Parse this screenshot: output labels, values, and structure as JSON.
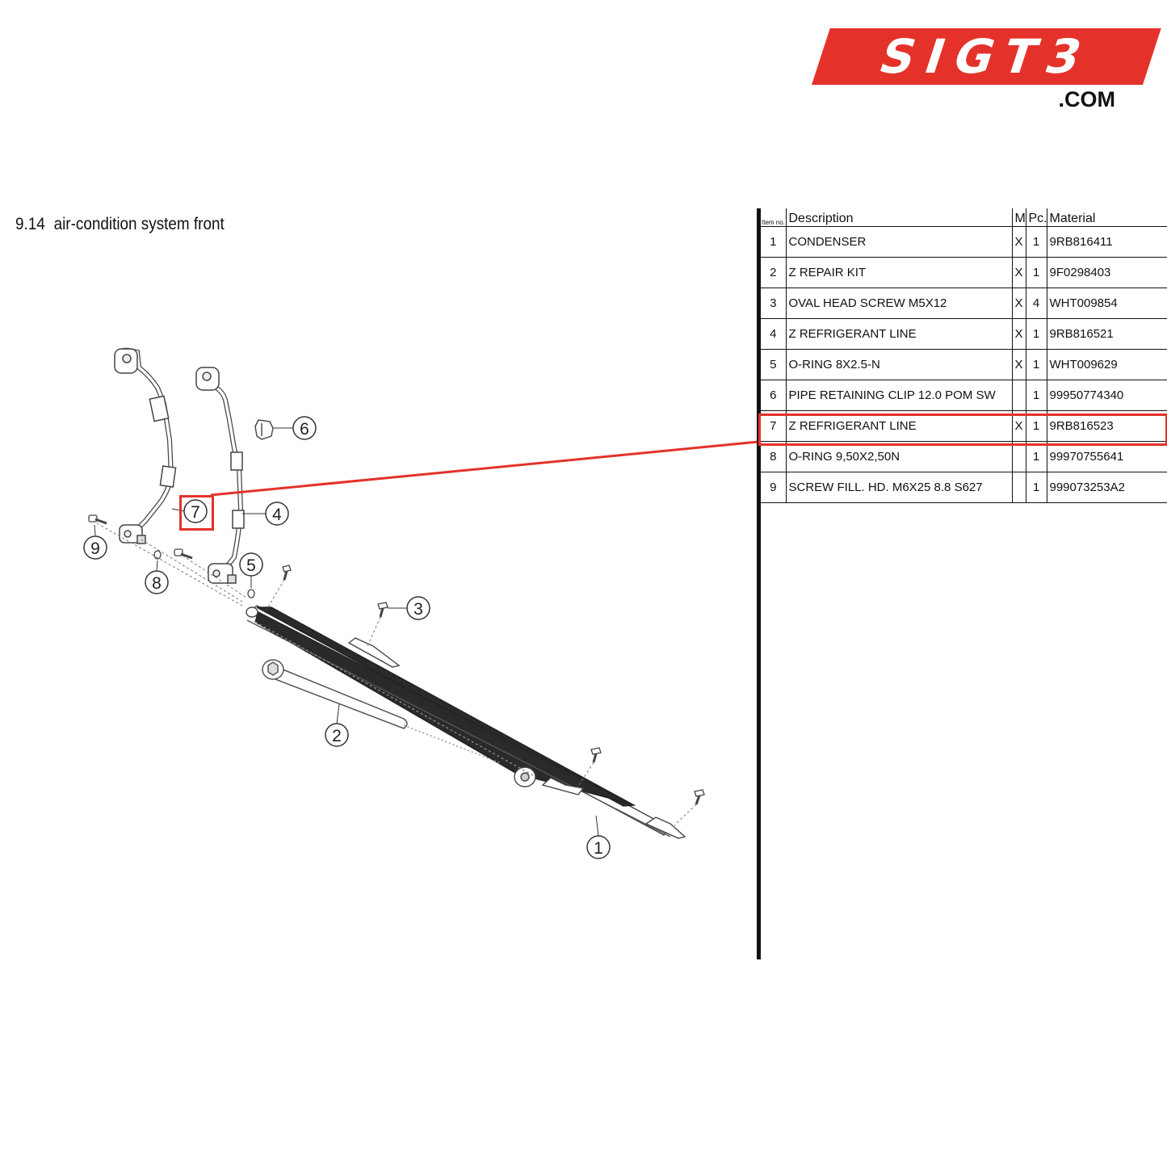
{
  "logo": {
    "wordmark": "SIGT3",
    "domain": ".COM",
    "brand_color": "#e4322b"
  },
  "section": {
    "number": "9.14",
    "title": "air-condition system front"
  },
  "diagram": {
    "callouts": [
      "1",
      "2",
      "3",
      "4",
      "5",
      "6",
      "7",
      "8",
      "9"
    ],
    "highlighted_callout": "7",
    "highlight_color": "#e4322b"
  },
  "parts_table": {
    "headers": {
      "item": "Item no.",
      "description": "Description",
      "m": "M",
      "pc": "Pc.",
      "material": "Material"
    },
    "highlighted_item": "7",
    "rows": [
      {
        "item": "1",
        "description": "CONDENSER",
        "m": "X",
        "pc": "1",
        "material": "9RB816411"
      },
      {
        "item": "2",
        "description": "Z REPAIR KIT",
        "m": "X",
        "pc": "1",
        "material": "9F0298403"
      },
      {
        "item": "3",
        "description": "OVAL HEAD SCREW M5X12",
        "m": "X",
        "pc": "4",
        "material": "WHT009854"
      },
      {
        "item": "4",
        "description": "Z REFRIGERANT LINE",
        "m": "X",
        "pc": "1",
        "material": "9RB816521"
      },
      {
        "item": "5",
        "description": "O-RING 8X2.5-N",
        "m": "X",
        "pc": "1",
        "material": "WHT009629"
      },
      {
        "item": "6",
        "description": "PIPE RETAINING CLIP 12.0 POM SW",
        "m": "",
        "pc": "1",
        "material": "99950774340"
      },
      {
        "item": "7",
        "description": "Z REFRIGERANT LINE",
        "m": "X",
        "pc": "1",
        "material": "9RB816523"
      },
      {
        "item": "8",
        "description": "O-RING 9,50X2,50N",
        "m": "",
        "pc": "1",
        "material": "99970755641"
      },
      {
        "item": "9",
        "description": "SCREW FILL. HD. M6X25 8.8 S627",
        "m": "",
        "pc": "1",
        "material": "999073253A2"
      }
    ]
  }
}
